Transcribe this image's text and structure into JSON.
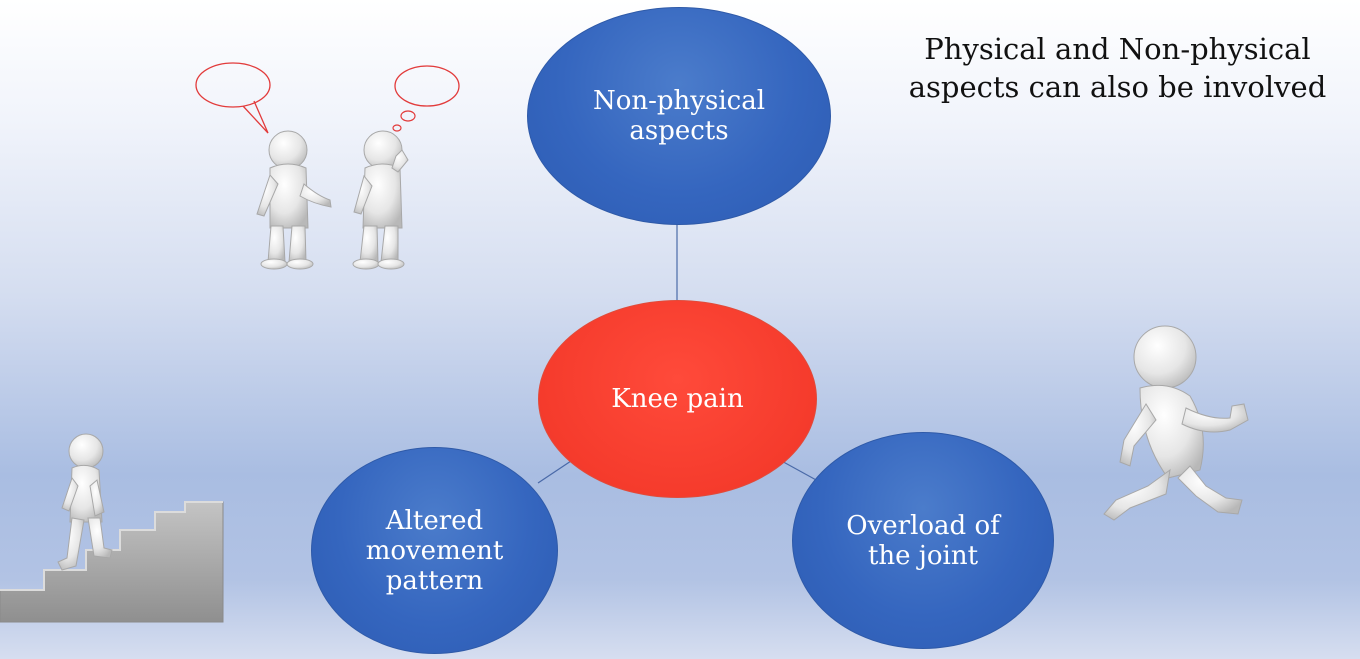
{
  "title": "Physical and Non-physical\naspects can also be involved",
  "nodes": {
    "top": "Non-physical\naspects",
    "center": "Knee pain",
    "left": "Altered\nmovement\npattern",
    "right": "Overload of\nthe joint"
  },
  "colors": {
    "background_top": "#ffffff",
    "background_mid": "#a9bde2",
    "blue_node": "#3566bf",
    "red_node": "#f53b2c",
    "connector": "#4a6aa8",
    "figure_light": "#f1f1f1",
    "figure_shadow": "#b8b8b8",
    "speech_bubble_outline": "#e23b3b",
    "stairs": "#a9a9a9"
  },
  "illustrations": [
    "two-people-talking-icon",
    "speech-bubble-icon",
    "thought-bubble-icon",
    "person-climbing-stairs-icon",
    "running-person-icon"
  ]
}
